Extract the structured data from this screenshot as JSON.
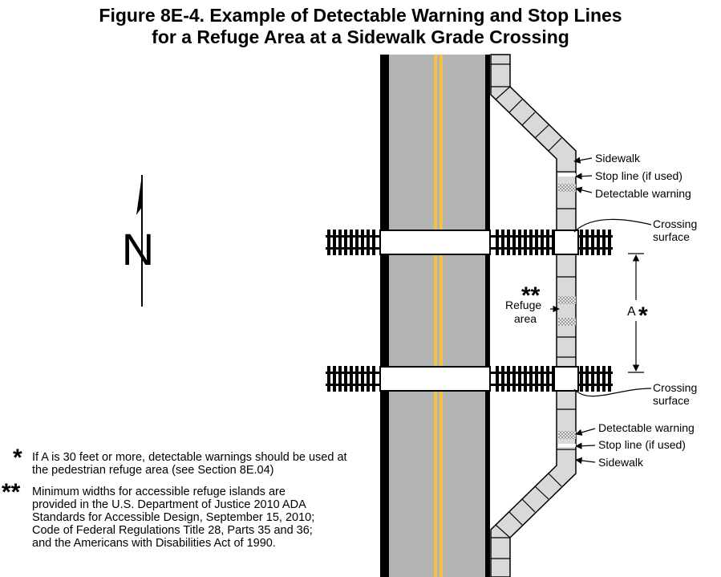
{
  "title": {
    "line1": "Figure 8E-4.  Example of Detectable Warning and Stop Lines",
    "line2": "for a Refuge Area at a Sidewalk Grade Crossing"
  },
  "north_label": "N",
  "labels": {
    "sidewalk_top": "Sidewalk",
    "stop_line_top": "Stop line (if used)",
    "detectable_top": "Detectable warning",
    "crossing_top_1": "Crossing",
    "crossing_top_2": "surface",
    "refuge_mark": "**",
    "refuge_1": "Refuge",
    "refuge_2": "area",
    "dimension_a": "A",
    "dimension_mark": "*",
    "crossing_bottom_1": "Crossing",
    "crossing_bottom_2": "surface",
    "detectable_bottom": "Detectable warning",
    "stop_line_bottom": "Stop line (if used)",
    "sidewalk_bottom": "Sidewalk"
  },
  "notes": [
    {
      "mark": "*",
      "text": "If A is 30 feet or more, detectable warnings should be used at the pedestrian refuge area (see Section 8E.04)"
    },
    {
      "mark": "**",
      "text": "Minimum widths for accessible refuge islands are provided in the U.S. Department of Justice 2010 ADA Standards for Accessible Design, September 15, 2010; Code of Federal Regulations Title 28, Parts 35 and 36; and the Americans with Disabilities Act of 1990."
    }
  ],
  "colors": {
    "road": "#b3b3b3",
    "centerline": "#f5c242",
    "sidewalk": "#d9d9d9",
    "track": "#000000"
  }
}
